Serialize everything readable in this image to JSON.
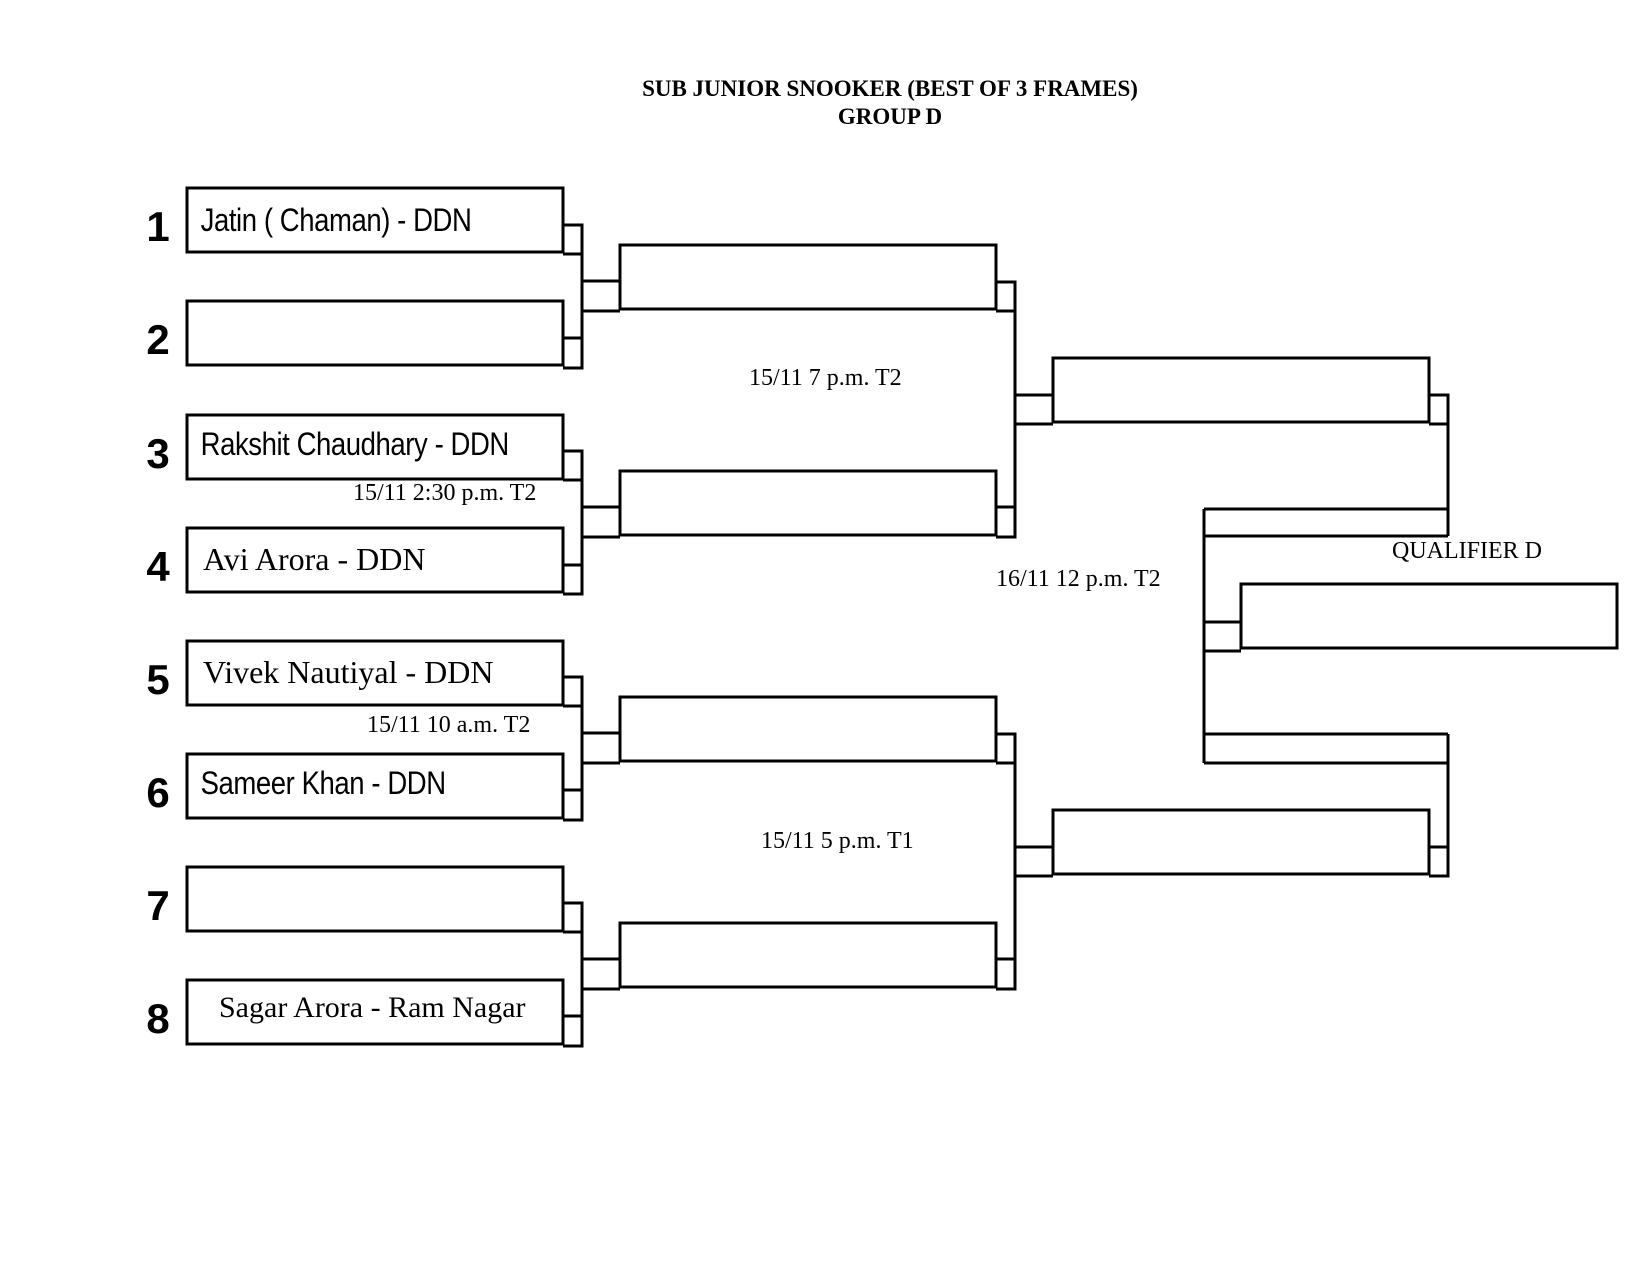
{
  "header": {
    "title": "SUB JUNIOR SNOOKER (BEST OF 3 FRAMES)",
    "group": "GROUP D"
  },
  "seeds": [
    "1",
    "2",
    "3",
    "4",
    "5",
    "6",
    "7",
    "8"
  ],
  "players": [
    "Jatin ( Chaman) - DDN",
    "",
    "Rakshit Chaudhary - DDN",
    "Avi Arora - DDN",
    "Vivek Nautiyal - DDN",
    "Sameer Khan - DDN",
    "",
    "Sagar Arora - Ram Nagar"
  ],
  "schedule": {
    "match_3_4": "15/11   2:30 p.m. T2",
    "match_5_6": "15/11  10 a.m. T2",
    "semi_top": "15/11  7 p.m. T2",
    "semi_bottom": "15/11  5 p.m. T1",
    "final": "16/11 12 p.m. T2"
  },
  "qualifier_label": "QUALIFIER D"
}
